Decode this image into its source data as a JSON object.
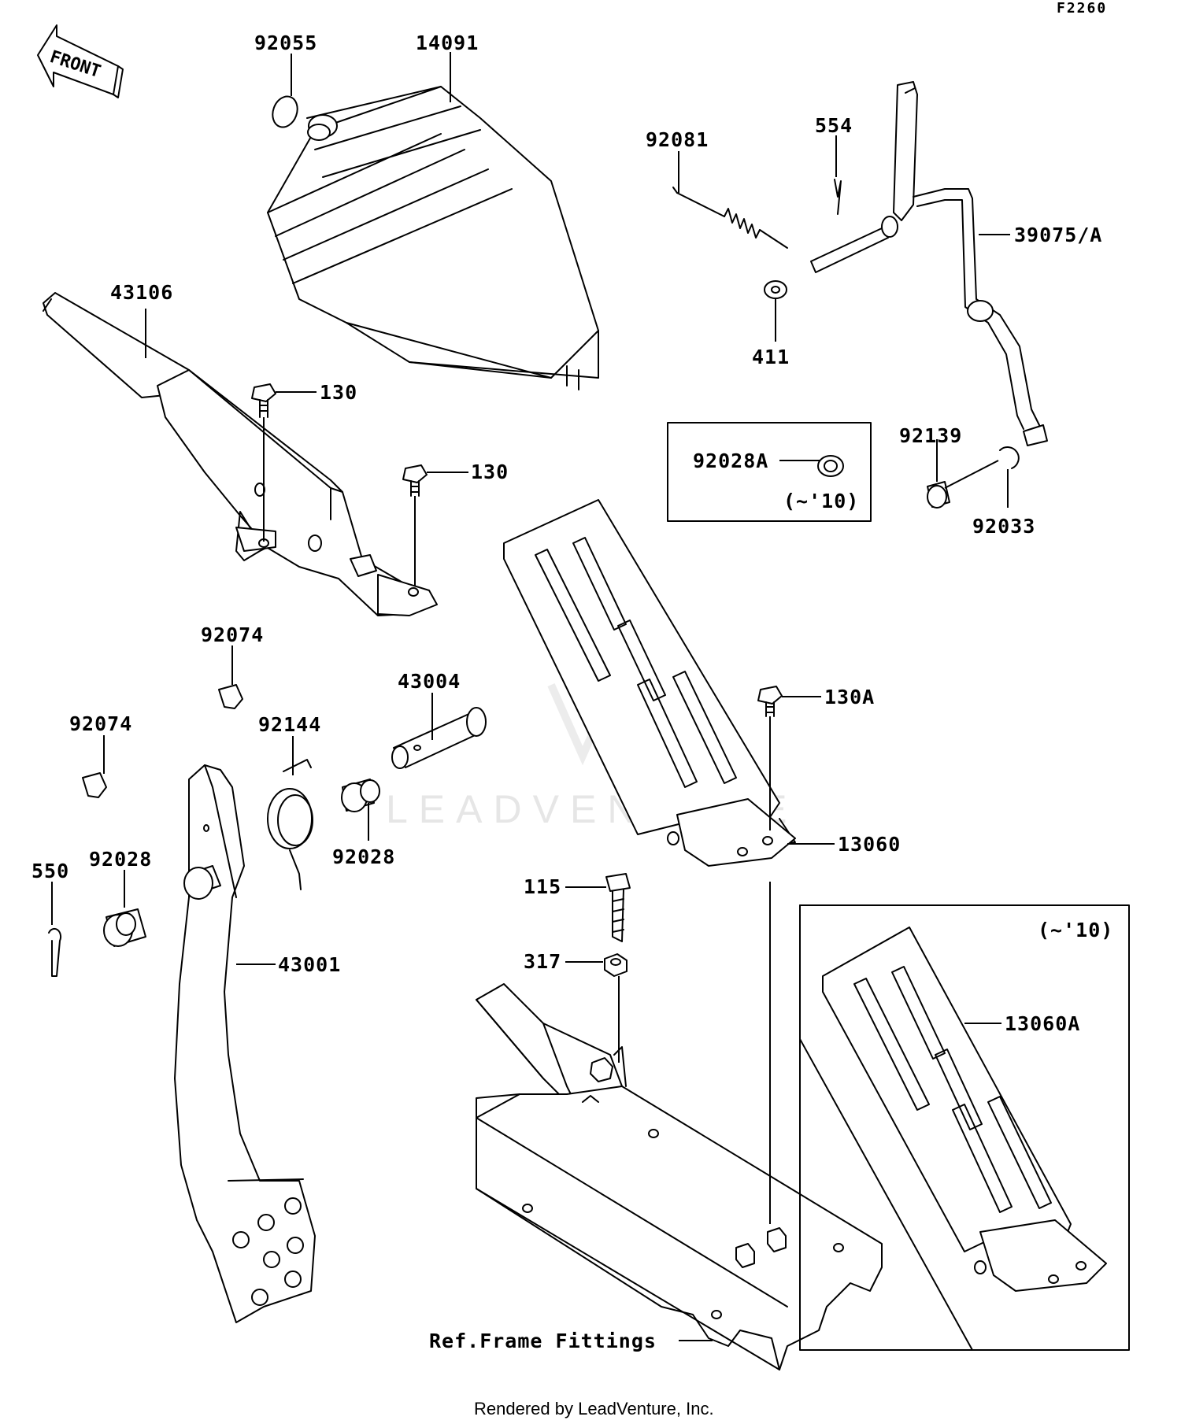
{
  "figure_code": "F2260",
  "front_marker": "FRONT",
  "watermark": "LEADVENTURE",
  "credit": "Rendered by LeadVenture, Inc.",
  "ref_note": "Ref.Frame Fittings",
  "version_note_1": "(~'10)",
  "version_note_2": "(~'10)",
  "parts": {
    "p92055": "92055",
    "p14091": "14091",
    "p92081": "92081",
    "p554": "554",
    "p39075A": "39075/A",
    "p411": "411",
    "p43106": "43106",
    "p130a": "130",
    "p130b": "130",
    "p92028A": "92028A",
    "p92139": "92139",
    "p92033": "92033",
    "p92074a": "92074",
    "p92074b": "92074",
    "p43004": "43004",
    "p92144": "92144",
    "p130A": "130A",
    "p92028a": "92028",
    "p92028b": "92028",
    "p550": "550",
    "p13060": "13060",
    "p115": "115",
    "p317": "317",
    "p43001": "43001",
    "p13060A": "13060A"
  }
}
